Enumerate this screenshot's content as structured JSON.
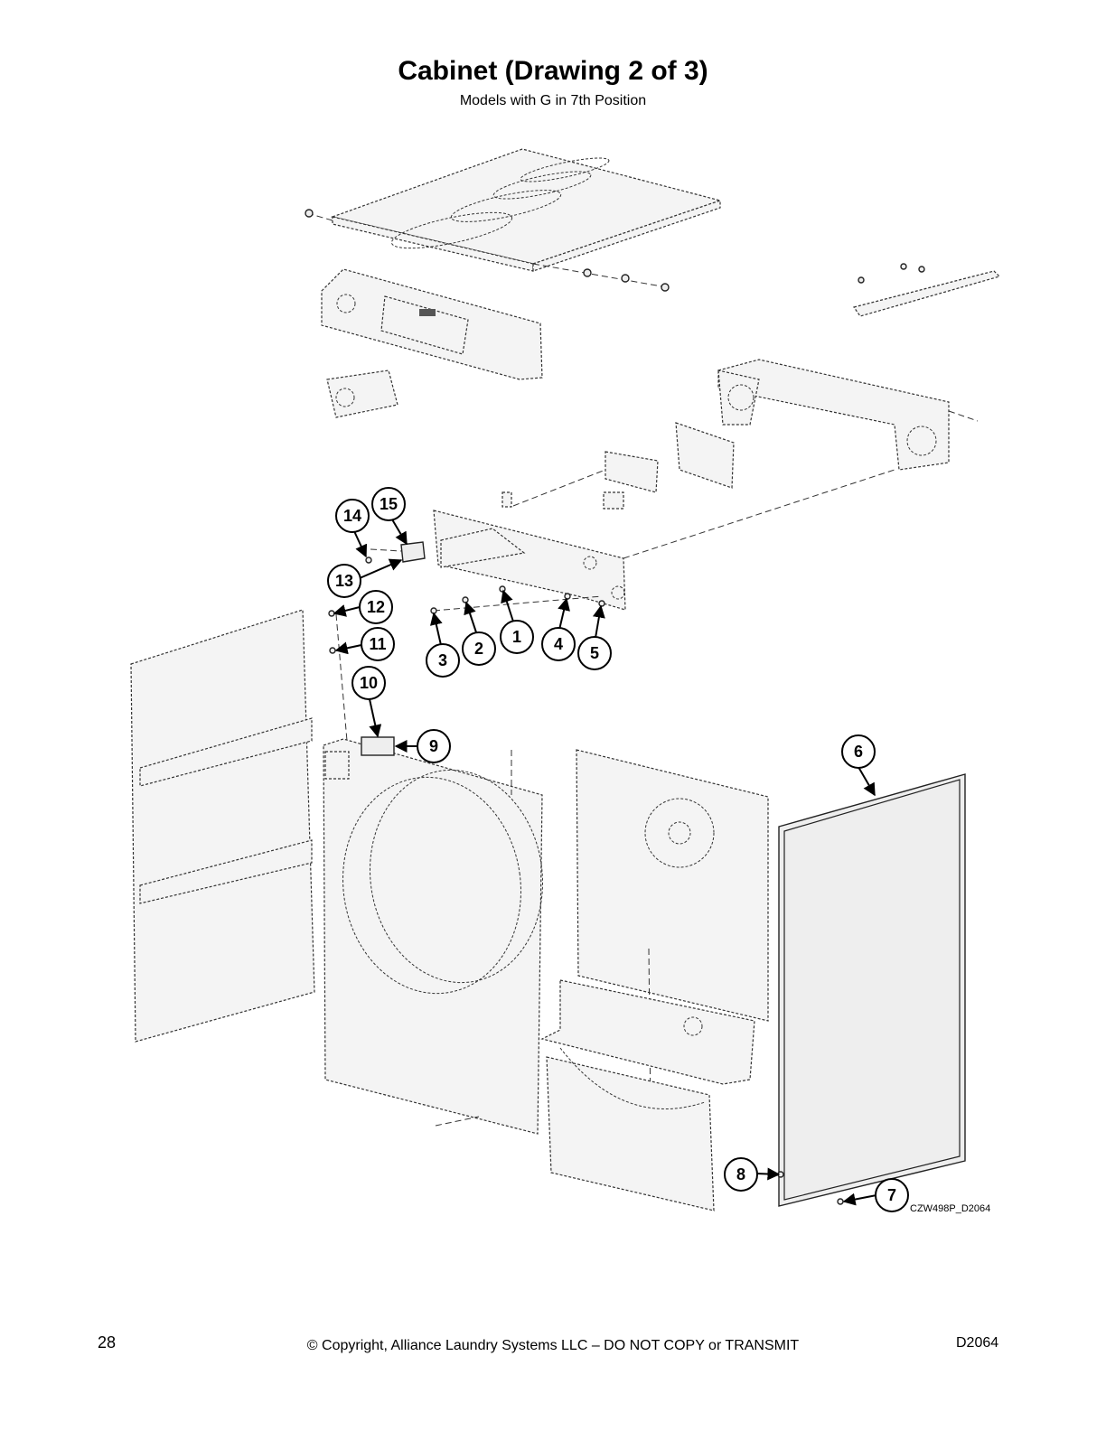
{
  "header": {
    "title": "Cabinet (Drawing 2 of 3)",
    "subtitle": "Models with G in 7th Position"
  },
  "callouts": [
    "1",
    "2",
    "3",
    "4",
    "5",
    "6",
    "7",
    "8",
    "9",
    "10",
    "11",
    "12",
    "13",
    "14",
    "15"
  ],
  "drawing_code": "CZW498P_D2064",
  "footer": {
    "page_number": "28",
    "copyright": "© Copyright, Alliance Laundry Systems LLC – DO NOT COPY or TRANSMIT",
    "doc_number": "D2064"
  }
}
